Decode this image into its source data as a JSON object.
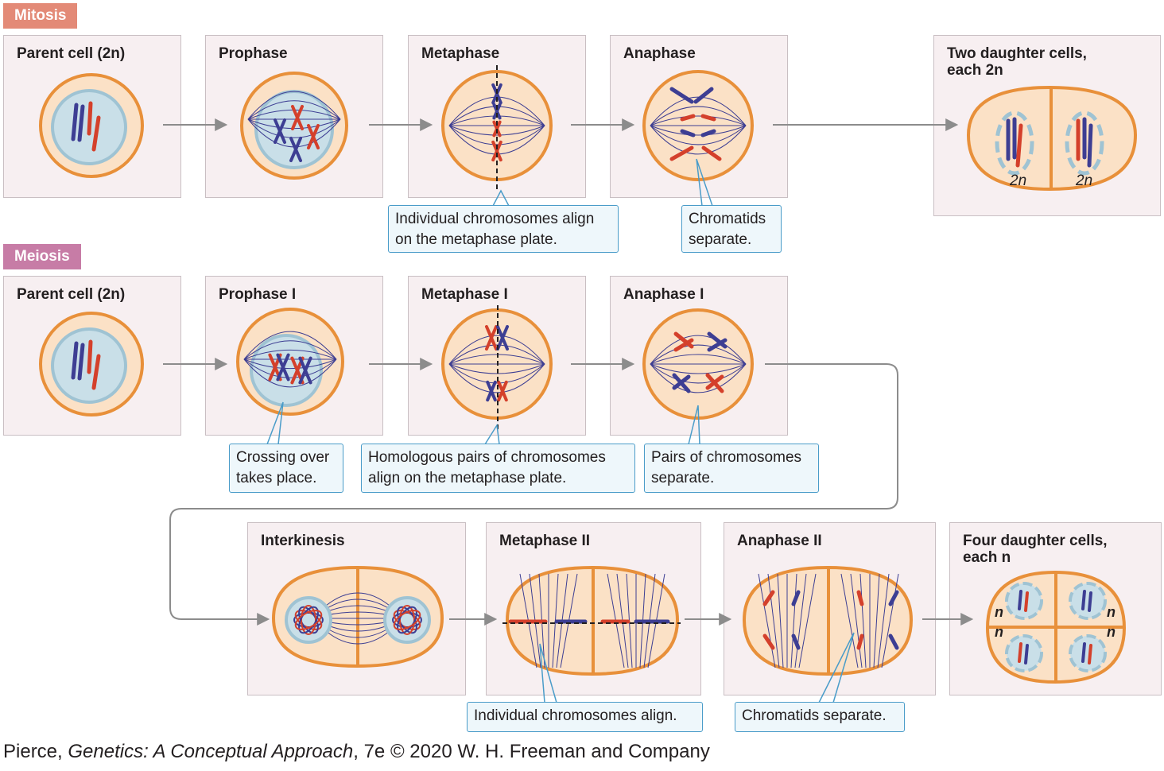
{
  "sections": {
    "mitosis": "Mitosis",
    "meiosis": "Meiosis"
  },
  "colors": {
    "mitosis_tag": "#e38a77",
    "meiosis_tag": "#c77ca6",
    "cell_fill": "#fbe1c6",
    "cell_border": "#e8903a",
    "nucleus": "#c9dfe8",
    "chrom_blue": "#3d3e93",
    "chrom_red": "#d4402b",
    "arrow": "#8c8c8c"
  },
  "mitosis": {
    "parent": "Parent cell (2n)",
    "prophase": "Prophase",
    "metaphase": "Metaphase",
    "anaphase": "Anaphase",
    "daughters": "Two daughter cells,\neach 2n",
    "ploidy_label": "2n",
    "callout_metaphase": "Individual chromosomes align\non the metaphase plate.",
    "callout_anaphase": "Chromatids\nseparate."
  },
  "meiosis": {
    "parent": "Parent cell (2n)",
    "prophase1": "Prophase I",
    "metaphase1": "Metaphase I",
    "anaphase1": "Anaphase I",
    "interkinesis": "Interkinesis",
    "metaphase2": "Metaphase II",
    "anaphase2": "Anaphase II",
    "daughters": "Four daughter cells,\neach n",
    "ploidy_label": "n",
    "callout_crossing": "Crossing over\ntakes place.",
    "callout_homologous": "Homologous pairs of chromosomes\nalign on the metaphase plate.",
    "callout_pairs": "Pairs of chromosomes\nseparate.",
    "callout_individual": "Individual chromosomes align.",
    "callout_chromatids": "Chromatids separate."
  },
  "credit": {
    "author": "Pierce, ",
    "book": "Genetics: A Conceptual Approach",
    "rest": ", 7e © 2020 W. H. Freeman and Company"
  }
}
